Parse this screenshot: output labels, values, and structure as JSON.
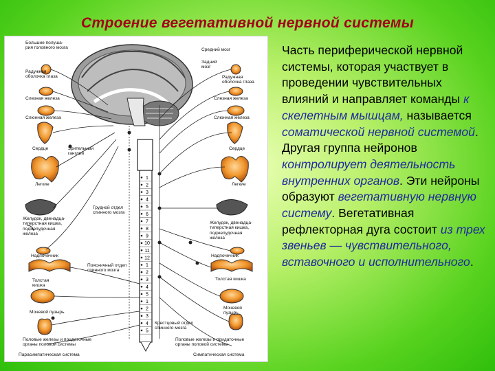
{
  "title": "Строение вегетативной нервной системы",
  "diagram": {
    "left_labels": {
      "hemispheres": "Большие полуша-\nрия головного мозга",
      "iris_left": "Радужная\nоболочка глаза",
      "lacrimal_left": "Слезная железа",
      "salivary_left": "Слюнная железа",
      "heart_left": "Сердце",
      "ciliary": "Зрительный\nганглий",
      "lungs_left": "Легкие",
      "stomach_left": "Желудок, двенадца-\nтиперстная кишка,\nподжелудочная\nжелеза",
      "adrenal_left": "Надпочечник",
      "colon_left": "Толстая\nкишка",
      "bladder_left": "Мочевой пузырь",
      "gonads_left": "Половые железы и придаточные\nорганы половой системы",
      "para": "Парасимпатическая система"
    },
    "center_labels": {
      "midbrain": "Средний мозг",
      "hindbrain": "Задний\nмозг",
      "thoracic": "Грудной отдел\nспинного мозга",
      "lumbar": "Поясничный отдел\nспинного мозга",
      "sacral": "Крестцовый отдел\nспинного мозга"
    },
    "right_labels": {
      "iris_right": "Радужная\nоболочка глаза",
      "lacrimal_right": "Слезная железа",
      "salivary_right": "Слюнная железа",
      "heart_right": "Сердце",
      "lungs_right": "Легкие",
      "stomach_right": "Желудок, двенадца-\nтиперстная кишка,\nподжелудочная\nжелеза",
      "adrenal_right": "Надпочечник",
      "colon_right": "Толстая кишка",
      "bladder_right": "Мочевой\nпузырь",
      "gonads_right": "Половые железы и придаточные\nорганы половой системы",
      "sympa": "Симпатическая система"
    },
    "segment_numbers": [
      "1",
      "2",
      "3",
      "4",
      "5",
      "6",
      "7",
      "8",
      "9",
      "10",
      "11",
      "12",
      "1",
      "2",
      "3",
      "4",
      "5",
      "1",
      "2",
      "3",
      "4",
      "5"
    ]
  },
  "text": {
    "t1": "Часть периферической нервной системы, которая участвует в проведении чувствительных влияний и направляет команды ",
    "e1": "к скелетным мышцам,",
    "t2": " называется ",
    "e2": "соматической нервной системой",
    "t3": ". Другая группа нейронов ",
    "e3": "контролирует деятельность внутренних органов",
    "t4": ". Эти нейроны образуют ",
    "e4": "вегетативную нервную систему",
    "t5": ". Вегетативная рефлекторная дуга состоит ",
    "e5": "из трех звеньев — чувствительного, вставочного и исполнительного",
    "t6": "."
  },
  "colors": {
    "title": "#a3001a",
    "emphasis": "#1f2a9e",
    "organ": "#e07a1c",
    "brain": "#8a8a8a"
  }
}
